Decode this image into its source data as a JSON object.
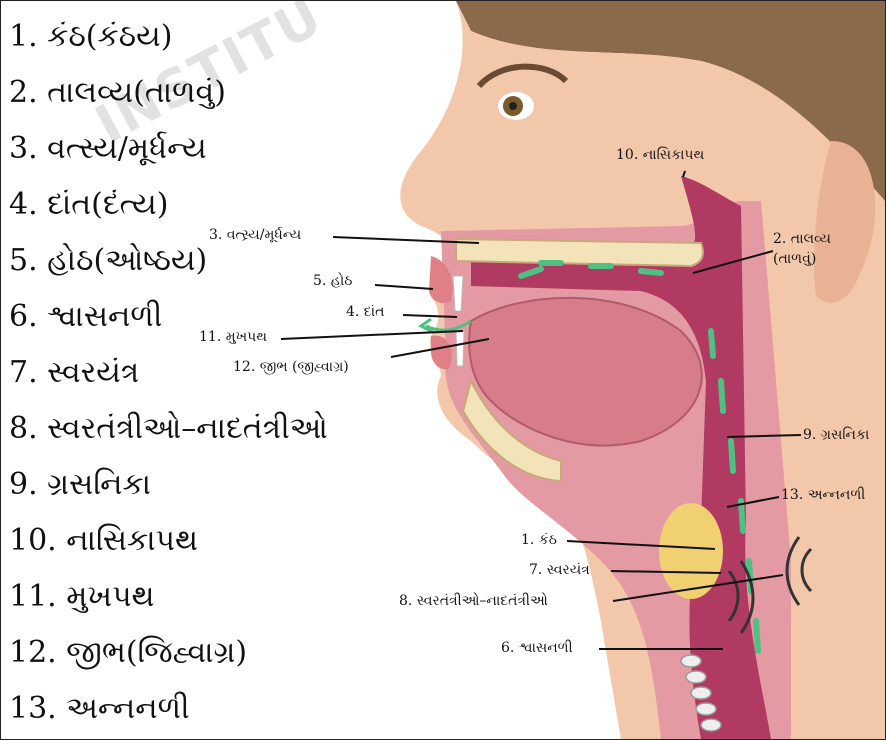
{
  "watermark": "INSTITU",
  "legend": [
    "1. કંઠ(કંઠય)",
    "2. તાલવ્ય(તાળવું)",
    "3. વત્સ્ય/મૂર્ધન્ય",
    "4. દાંત(દંત્ય)",
    "5. હોઠ(ઓષ્ઠય)",
    "6. શ્વાસનળી",
    "7. સ્વરયંત્ર",
    "8. સ્વરતંત્રીઓ–નાદતંત્રીઓ",
    "9. ગ્રસનિકા",
    "10. નાસિકાપથ",
    "11. મુખપથ",
    "12. જીભ(જિહ્વાગ્ર)",
    "13. અન્નનળી"
  ],
  "callouts": {
    "nasal": "10. નાસિકાપથ",
    "alveolar": "3. વત્સ્ર્ય/મૂર્ધન્ય",
    "palatal_line1": "2. તાલવ્ય",
    "palatal_line2": "(તાળવું)",
    "lips": "5. હોઠ",
    "teeth": "4. દાંત",
    "mouth": "11. મુખપથ",
    "tongue": "12. જીભ (જીહ્વાગ્ર)",
    "pharynx": "9. ગ્રસનિકા",
    "esophagus": "13. અન્નનળી",
    "throat": "1. કંઠ",
    "larynx": "7. સ્વરયંત્ર",
    "vocal_cords": "8. સ્વરતંત્રીઓ–નાદતંત્રીઓ",
    "trachea": "6. શ્વાસનળી"
  },
  "colors": {
    "skin": "#f3c8aa",
    "skin_shadow": "#e2a887",
    "hair": "#8a6a4a",
    "tissue": "#e49aa2",
    "cavity": "#b03a62",
    "airflow": "#4fbf84",
    "bone": "#f2e3b8",
    "thyroid": "#f0d070"
  }
}
